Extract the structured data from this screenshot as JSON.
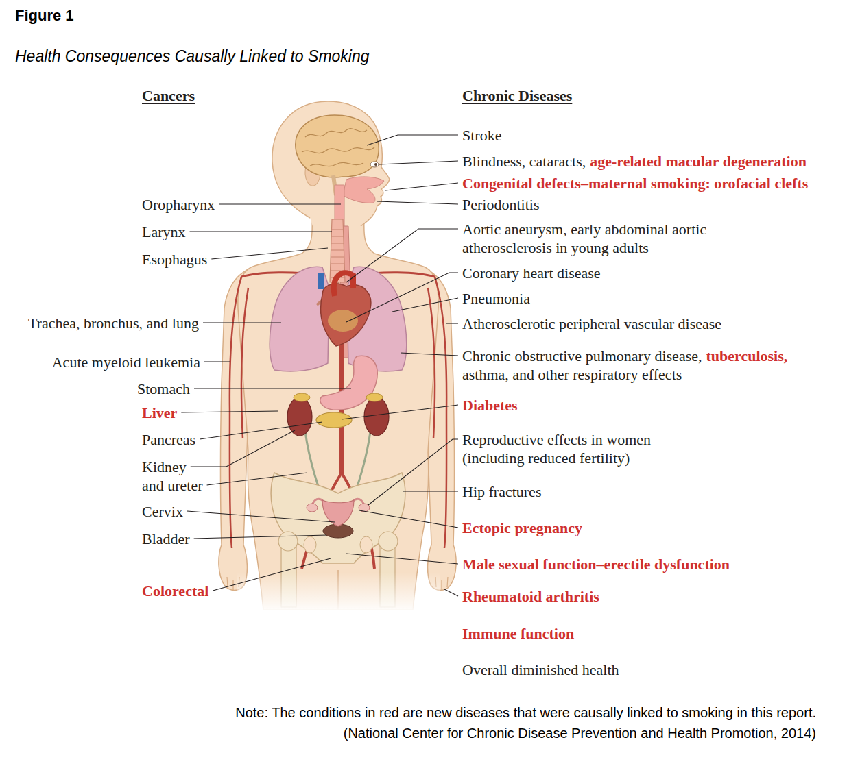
{
  "diagram": {
    "title": "Health Consequences Causally Linked to Smoking",
    "labels": [
      "Figure 1",
      "Cancers",
      "Oropharynx",
      "Larynx",
      "Esophagus",
      "Trachea, bronchus, and lung",
      "Acute myeloid leukemia",
      "Stomach",
      "Liver",
      "Pancreas",
      "Kidney and ureter",
      "Cervix",
      "Bladder",
      "Colorectal",
      "Chronic Diseases",
      "Stroke",
      "Blindness, cataracts,",
      "age-related macular degeneration",
      "Congenital defects–maternal smoking: orofacial clefts",
      "Periodontitis",
      "Aortic aneurysm, early abdominal aortic atherosclerosis in young adults",
      "Coronary heart disease",
      "Pneumonia",
      "Atherosclerotic peripheral vascular disease",
      "Chronic obstructive pulmonary disease,",
      "tuberculosis,",
      "asthma, and other respiratory effects",
      "Diabetes",
      "Reproductive effects in women (including reduced fertility)",
      "Hip fractures",
      "Ectopic pregnancy",
      "Male sexual function–erectile dysfunction",
      "Rheumatoid arthritis",
      "Immune function",
      "Overall diminished health",
      "Note: The conditions in red are new diseases that were causally linked to smoking in this report.",
      "(National Center for Chronic Disease Prevention and Health Promotion, 2014)"
    ]
  }
}
